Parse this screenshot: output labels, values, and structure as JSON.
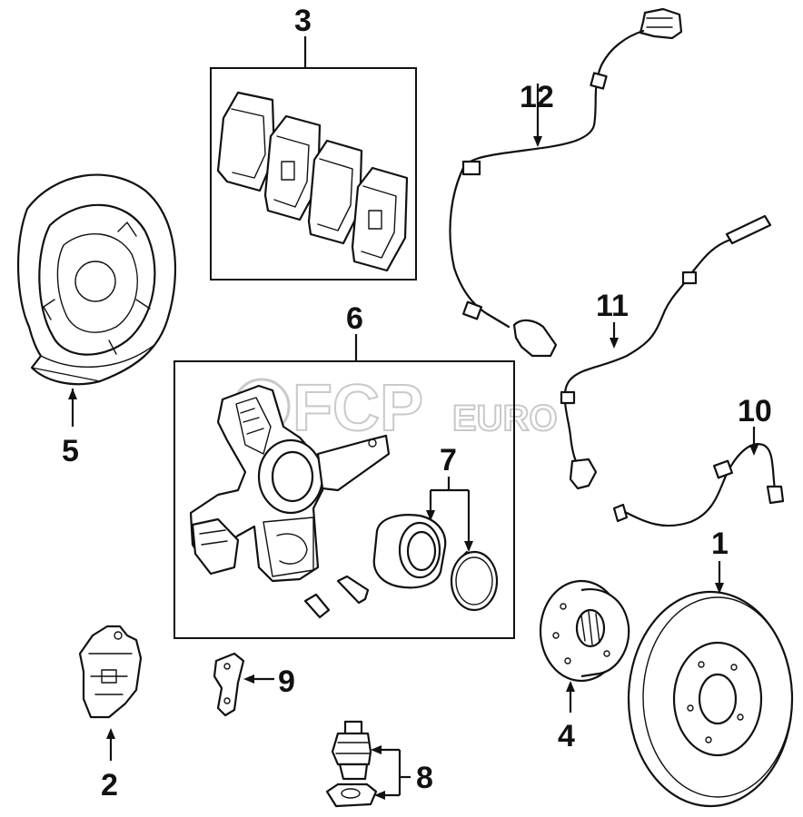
{
  "callouts": [
    {
      "id": "c1",
      "label": "1"
    },
    {
      "id": "c2",
      "label": "2"
    },
    {
      "id": "c3",
      "label": "3"
    },
    {
      "id": "c4",
      "label": "4"
    },
    {
      "id": "c5",
      "label": "5"
    },
    {
      "id": "c6",
      "label": "6"
    },
    {
      "id": "c7",
      "label": "7"
    },
    {
      "id": "c8",
      "label": "8"
    },
    {
      "id": "c9",
      "label": "9"
    },
    {
      "id": "c10",
      "label": "10"
    },
    {
      "id": "c11",
      "label": "11"
    },
    {
      "id": "c12",
      "label": "12"
    }
  ],
  "watermark": {
    "brand": "FCP",
    "suffix": "EURO"
  },
  "colors": {
    "line": "#111111",
    "watermark": "#c9c9c9",
    "background": "#ffffff"
  }
}
